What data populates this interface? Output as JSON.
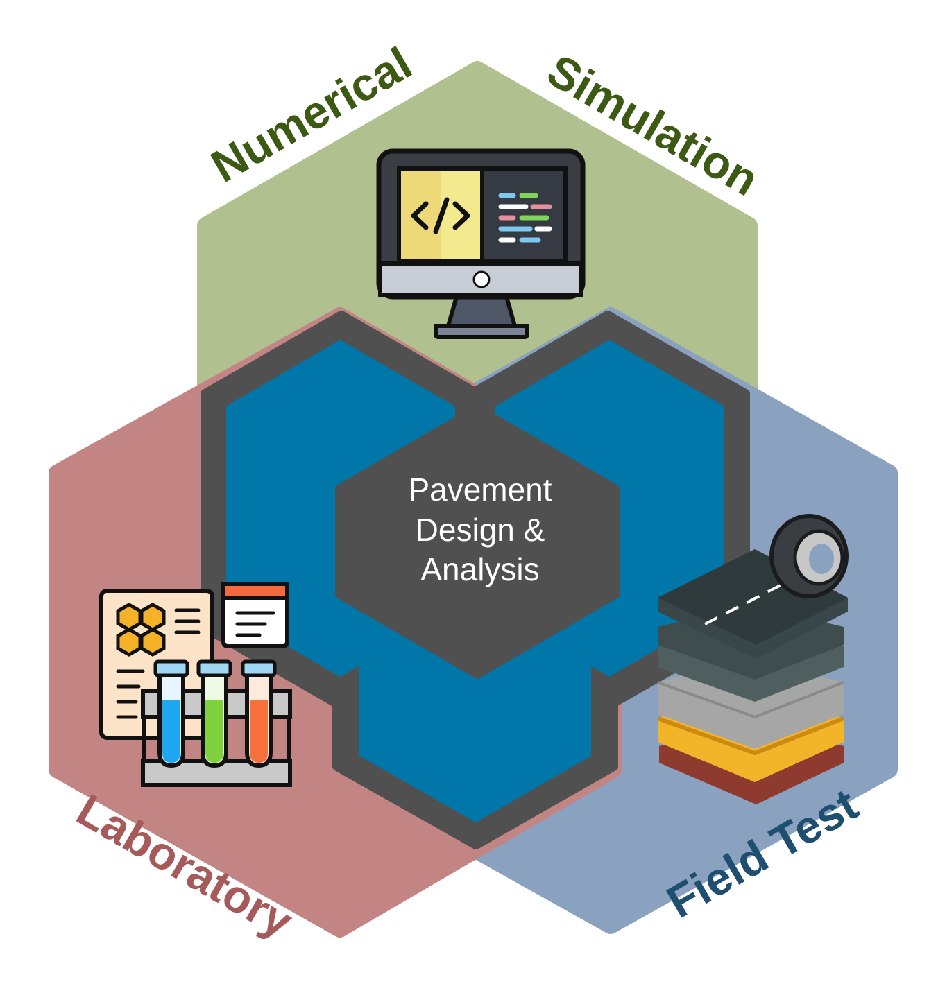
{
  "diagram": {
    "center": {
      "lines": [
        "Pavement",
        "Design &",
        "Analysis"
      ]
    },
    "labels": {
      "numerical": "Numerical",
      "simulation": "Simulation",
      "laboratory": "Laboratory",
      "field_test": "Field Test"
    },
    "colors": {
      "numerical_hex": "#b0c08e",
      "laboratory_hex": "#c38583",
      "field_hex": "#8aa2c0",
      "core_dark": "#505050",
      "core_blue": "#0077a8",
      "label_green": "#3d5a14",
      "label_red": "#a65a5a",
      "label_blue": "#1f4f70",
      "center_text": "#ffffff"
    },
    "icons": {
      "top": "computer-code-icon",
      "left": "laboratory-test-tubes-icon",
      "right": "pavement-layers-tire-icon"
    }
  }
}
